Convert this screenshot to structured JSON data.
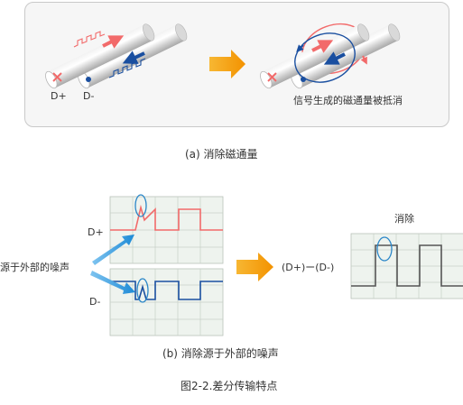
{
  "panel_a": {
    "left_label_dplus": "D+",
    "left_label_dminus": "D-",
    "right_caption": "信号生成的磁通量被抵消",
    "caption": "(a) 消除磁通量"
  },
  "panel_b": {
    "label_dplus": "D+",
    "label_dminus": "D-",
    "noise_source_label": "源于外部的噪声",
    "operation_label": "(D+)ー(D-)",
    "result_label": "消除",
    "caption": "(b) 消除源于外部的噪声"
  },
  "figure_caption": "图2-2.差分传输特点",
  "colors": {
    "signal_red": "#f26a6a",
    "signal_blue": "#1a4fa0",
    "arrow_orange": "#f5a000",
    "noise_arrow_blue": "#2a8fd8",
    "circle_blue": "#2a86c8",
    "grid_bg": "#eef3ee",
    "grid_line": "#c8d0c8"
  }
}
